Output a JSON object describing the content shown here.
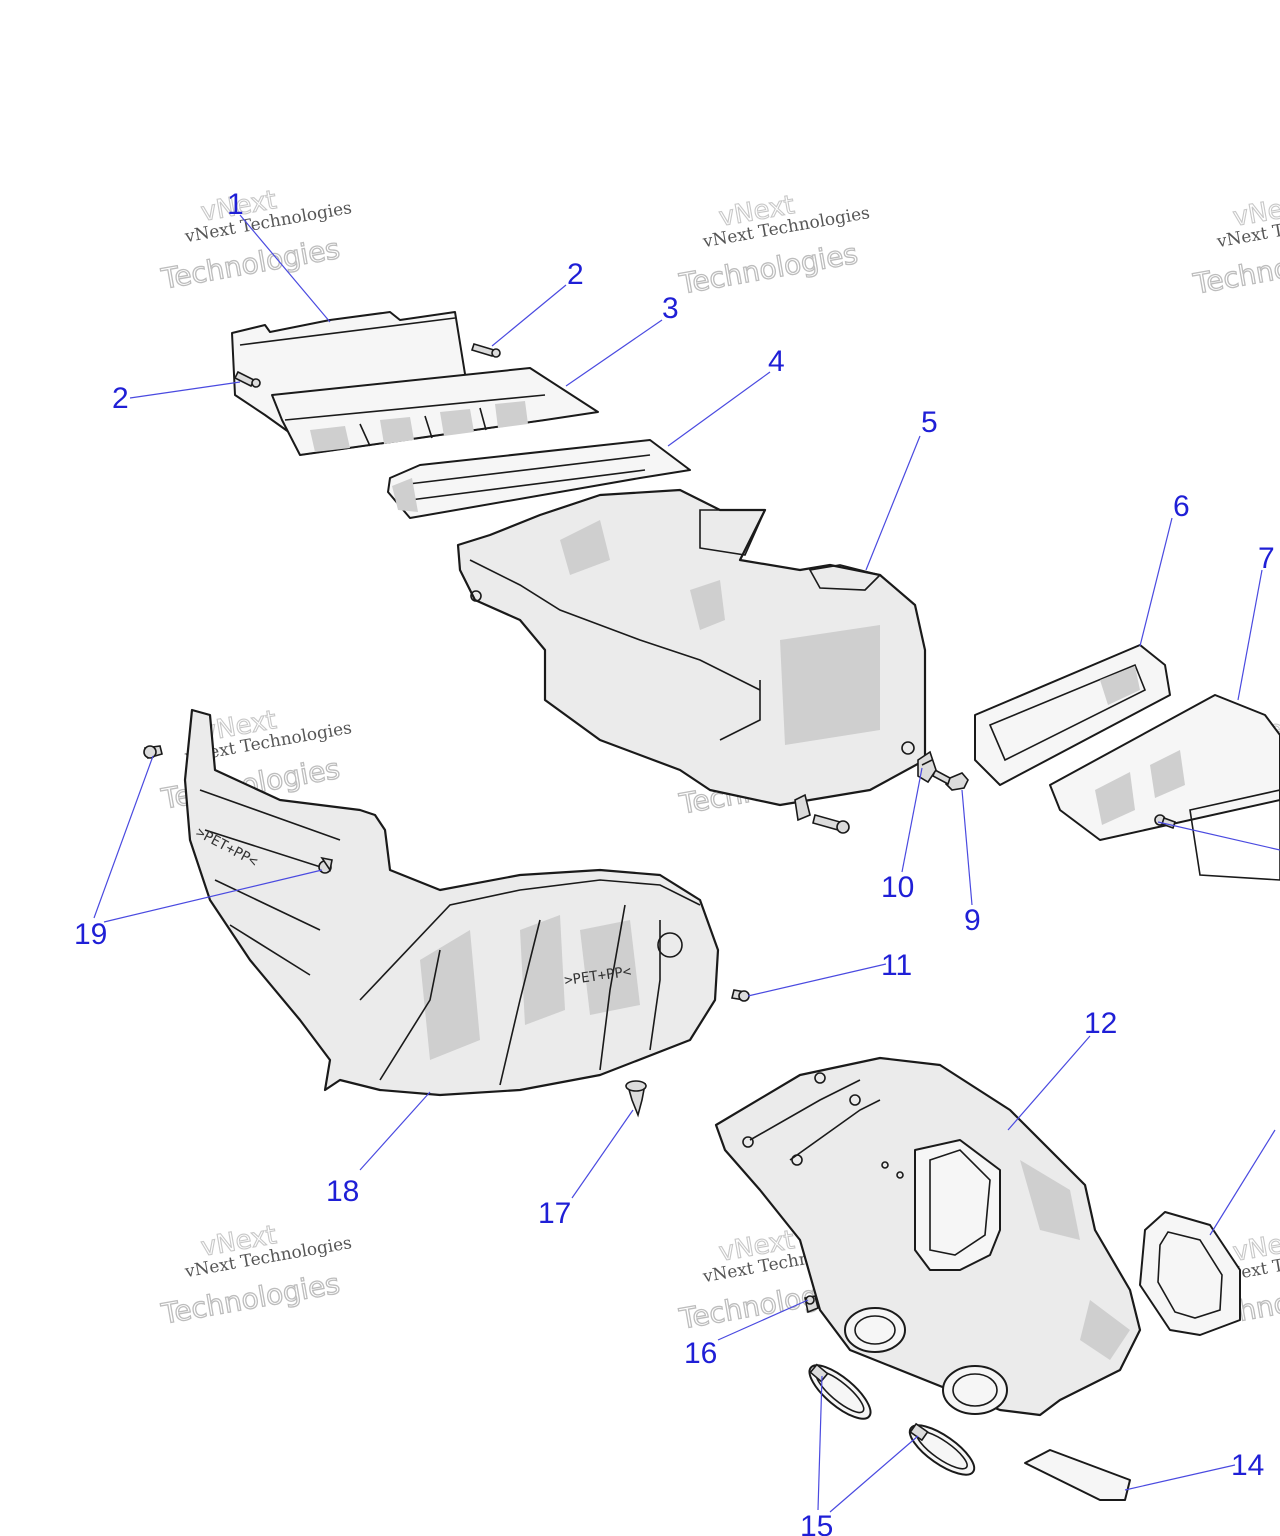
{
  "callouts": [
    {
      "id": "c1",
      "label": "1"
    },
    {
      "id": "c2a",
      "label": "2"
    },
    {
      "id": "c2b",
      "label": "2"
    },
    {
      "id": "c3",
      "label": "3"
    },
    {
      "id": "c4",
      "label": "4"
    },
    {
      "id": "c5",
      "label": "5"
    },
    {
      "id": "c6",
      "label": "6"
    },
    {
      "id": "c7",
      "label": "7"
    },
    {
      "id": "c9",
      "label": "9"
    },
    {
      "id": "c10",
      "label": "10"
    },
    {
      "id": "c11",
      "label": "11"
    },
    {
      "id": "c12",
      "label": "12"
    },
    {
      "id": "c14",
      "label": "14"
    },
    {
      "id": "c15",
      "label": "15"
    },
    {
      "id": "c16",
      "label": "16"
    },
    {
      "id": "c17",
      "label": "17"
    },
    {
      "id": "c18",
      "label": "18"
    },
    {
      "id": "c19",
      "label": "19"
    }
  ],
  "watermark": {
    "line1": "vNext Technologies",
    "line2": "Technologies",
    "small": "vNext"
  },
  "part_marking": {
    "text": ">PET+PP<"
  },
  "colors": {
    "callout": "#1f1fd6",
    "leader": "#4a4ae0",
    "outline": "#1a1a1a",
    "part_fill": "#ebebeb"
  }
}
